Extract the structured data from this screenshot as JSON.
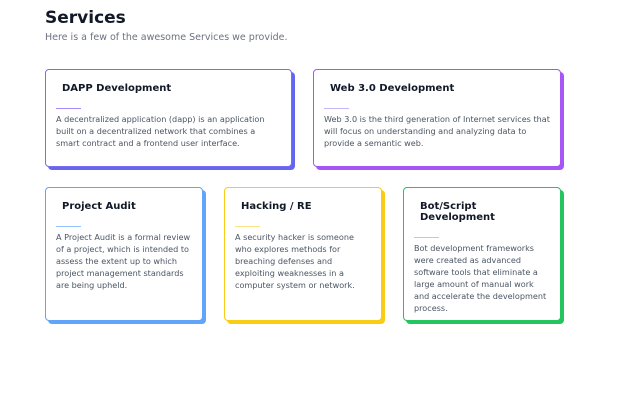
{
  "header": {
    "title": "Services",
    "subtitle": "Here is a few of the awesome Services we provide."
  },
  "cards": [
    {
      "title": "DAPP Development",
      "text": "A decentralized application (dapp) is an application built on a decentralized network that combines a smart contract and a frontend user interface.",
      "color": "#6366f1"
    },
    {
      "title": "Web 3.0 Development",
      "text": "Web 3.0 is the third generation of Internet services that will focus on understanding and analyzing data to provide a semantic web.",
      "color": "#a855f7"
    },
    {
      "title": "Project Audit",
      "text": "A Project Audit is a formal review of a project, which is intended to assess the extent up to which project management standards are being upheld.",
      "color": "#60a5fa"
    },
    {
      "title": "Hacking / RE",
      "text": "A security hacker is someone who explores methods for breaching defenses and exploiting weaknesses in a computer system or network.",
      "color": "#facc15"
    },
    {
      "title": "Bot/Script Development",
      "text": "Bot development frameworks were created as advanced software tools that eliminate a large amount of manual work and accelerate the development process.",
      "color": "#22c55e"
    }
  ]
}
